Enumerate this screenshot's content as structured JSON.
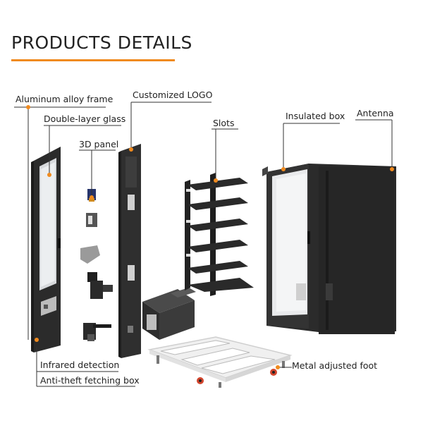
{
  "title": "PRODUCTS DETAILS",
  "colors": {
    "accent": "#f08a1e",
    "cabinet": "#2b2b2b",
    "interior": "#e9eaec",
    "leader": "#333333"
  },
  "labels": {
    "aluminum_frame": "Aluminum alloy frame",
    "double_glass": "Double-layer glass",
    "three_d_panel": "3D panel",
    "custom_logo": "Customized LOGO",
    "slots": "Slots",
    "insulated_box": "Insulated box",
    "antenna": "Antenna",
    "infrared": "Infrared detection",
    "anti_theft": "Anti-theft fetching box",
    "metal_foot": "Metal adjusted foot"
  }
}
